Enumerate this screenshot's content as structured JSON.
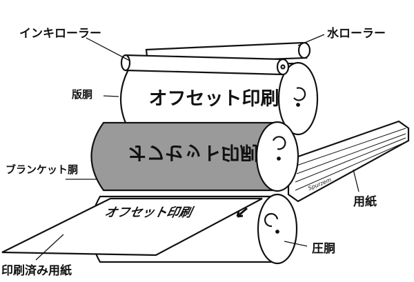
{
  "labels": {
    "ink_roller": "インキローラー",
    "water_roller": "水ローラー",
    "plate_cylinder": "版胴",
    "blanket_cylinder": "ブランケット胴",
    "paper": "用紙",
    "impression_cylinder": "圧胴",
    "printed_paper": "印刷済み用紙"
  },
  "printed_text": {
    "plate": "オフセット印刷",
    "blanket": "オフセット印刷",
    "sheet": "オフセット印刷",
    "paper_stack_brand": "Spurzem"
  },
  "colors": {
    "blanket_fill": "#9a9a9a",
    "line": "#111111"
  }
}
